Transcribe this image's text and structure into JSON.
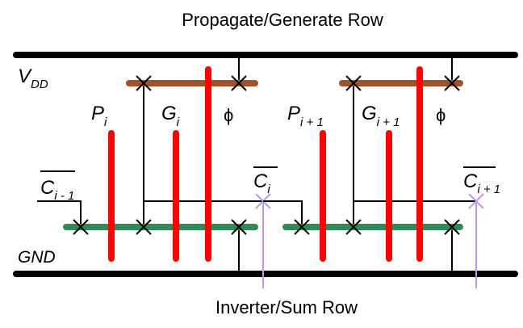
{
  "titles": {
    "top": "Propagate/Generate Row",
    "bottom": "Inverter/Sum Row"
  },
  "rails": {
    "vdd": {
      "main": "V",
      "sub": "DD"
    },
    "gnd": "GND"
  },
  "cells": [
    {
      "p": {
        "main": "P",
        "sub": "i"
      },
      "g": {
        "main": "G",
        "sub": "i"
      },
      "phi": "ϕ",
      "cin": {
        "main": "C",
        "sub": "i - 1"
      },
      "cout": {
        "main": "C",
        "sub": "i"
      }
    },
    {
      "p": {
        "main": "P",
        "sub": "i + 1"
      },
      "g": {
        "main": "G",
        "sub": "i + 1"
      },
      "phi": "ϕ",
      "cout": {
        "main": "C",
        "sub": "i + 1"
      }
    }
  ],
  "colors": {
    "rail": "#000000",
    "poly": "#ff0000",
    "p_diffusion": "#a0522d",
    "n_diffusion": "#2e8b57",
    "sum_wire": "#bb99ee",
    "wire": "#000000"
  }
}
